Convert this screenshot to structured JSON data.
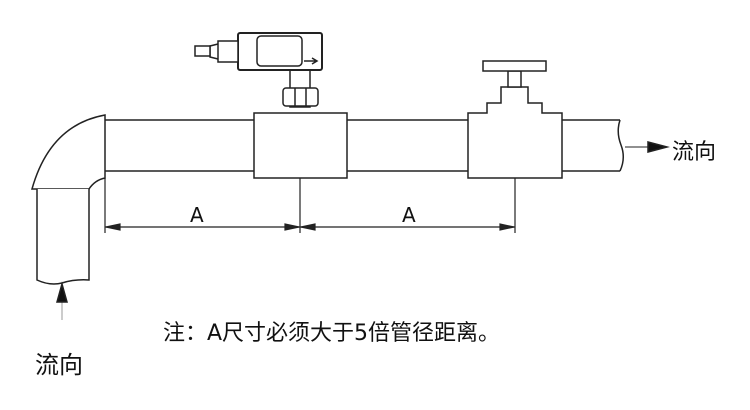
{
  "labels": {
    "flow_right": "流向",
    "flow_bottom": "流向",
    "dim_a1": "A",
    "dim_a2": "A",
    "note": "注：A尺寸必须大于5倍管径距离。"
  }
}
